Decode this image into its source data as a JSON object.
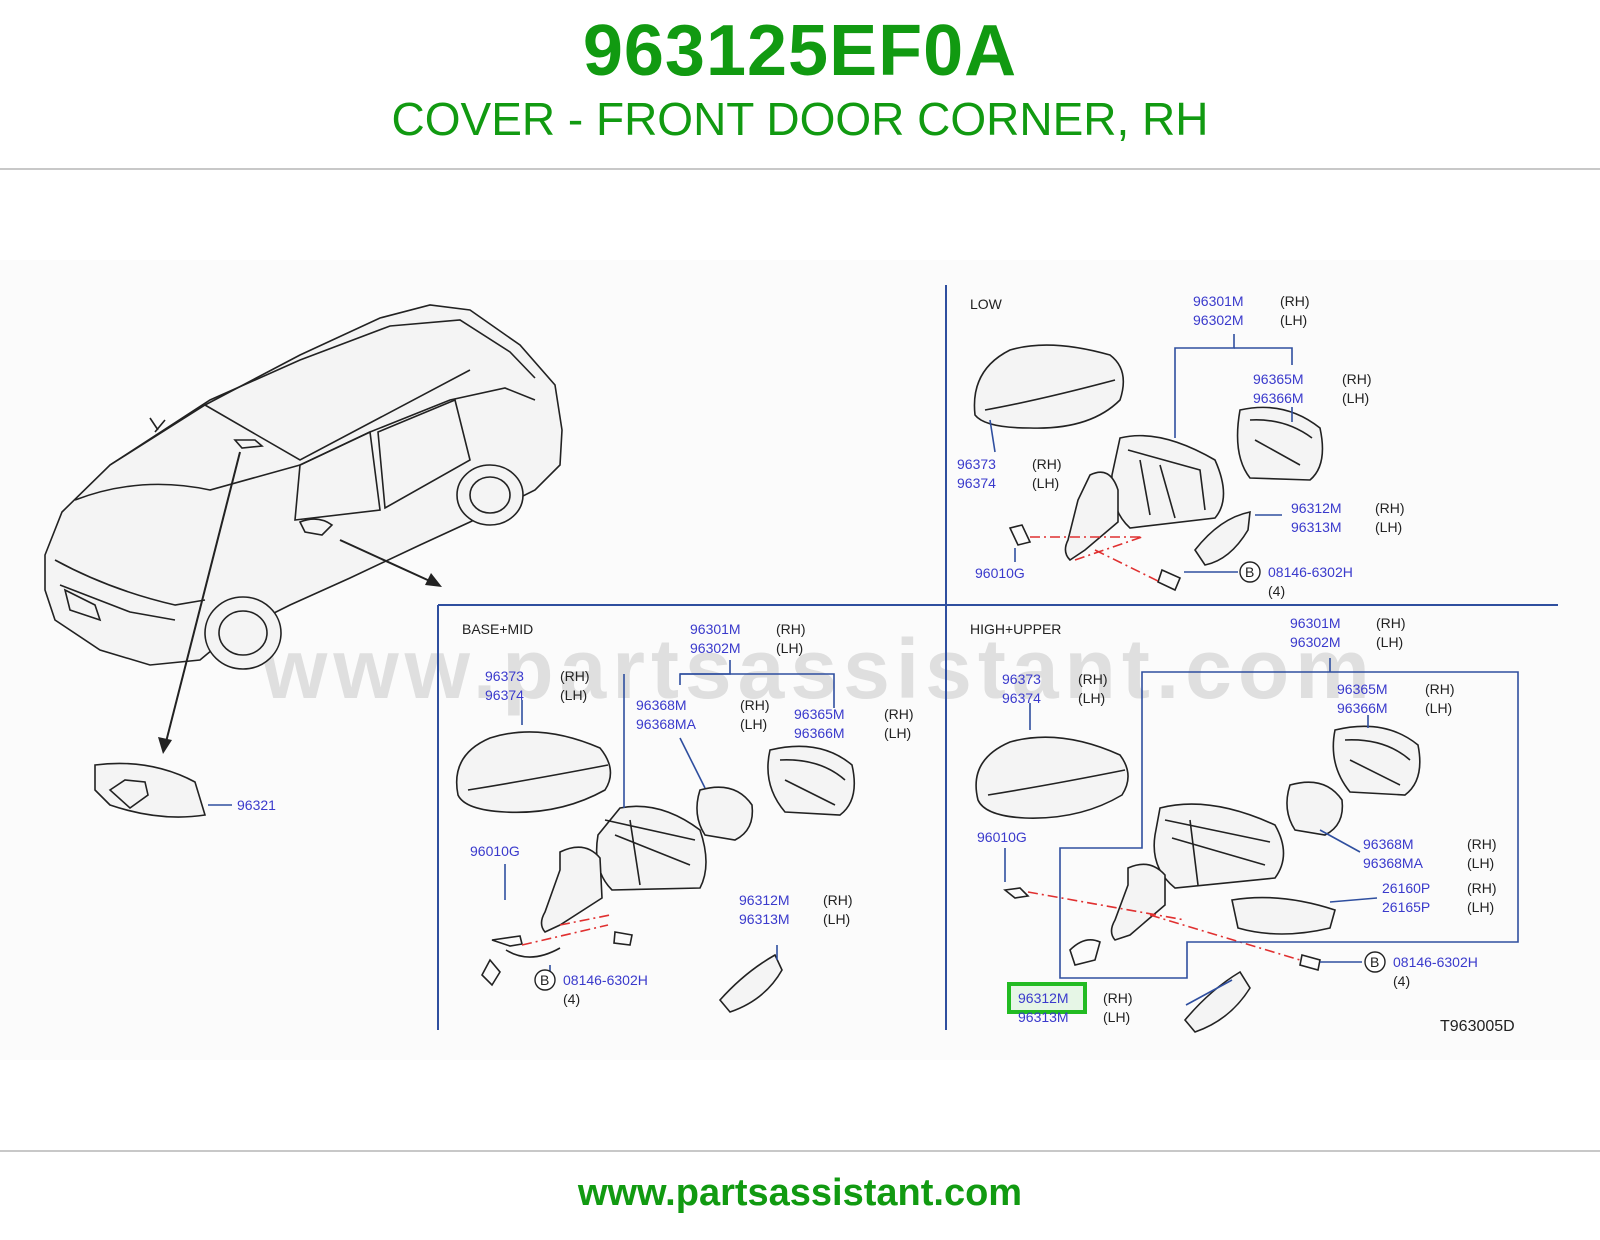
{
  "header": {
    "part_number": "963125EF0A",
    "description": "COVER - FRONT DOOR CORNER, RH"
  },
  "footer": {
    "url": "www.partsassistant.com"
  },
  "diagram": {
    "watermark": "www.partsassistant.com",
    "code": "T963005D",
    "sections": {
      "low": "LOW",
      "base_mid": "BASE+MID",
      "high_upper": "HIGH+UPPER"
    },
    "callouts": {
      "interior_mirror": "96321",
      "low": {
        "mirror_rh": "96301M",
        "mirror_lh": "96302M",
        "rh": "(RH)",
        "lh": "(LH)",
        "glass_rh": "96365M",
        "glass_lh": "96366M",
        "cap_rh": "96373",
        "cap_lh": "96374",
        "cover_rh": "96312M",
        "cover_lh": "96313M",
        "bolt": "96010G",
        "screw": "08146-6302H",
        "qty": "(4)",
        "b": "B"
      },
      "base_mid": {
        "mirror_rh": "96301M",
        "mirror_lh": "96302M",
        "cap_rh": "96373",
        "cap_lh": "96374",
        "motor_rh": "96368M",
        "motor_lh": "96368MA",
        "glass_rh": "96365M",
        "glass_lh": "96366M",
        "bolt": "96010G",
        "cover_rh": "96312M",
        "cover_lh": "96313M",
        "screw": "08146-6302H",
        "qty": "(4)",
        "b": "B",
        "rh": "(RH)",
        "lh": "(LH)"
      },
      "high_upper": {
        "mirror_rh": "96301M",
        "mirror_lh": "96302M",
        "cap_rh": "96373",
        "cap_lh": "96374",
        "glass_rh": "96365M",
        "glass_lh": "96366M",
        "bolt": "96010G",
        "motor_rh": "96368M",
        "motor_lh": "96368MA",
        "lamp_rh": "26160P",
        "lamp_lh": "26165P",
        "screw": "08146-6302H",
        "qty": "(4)",
        "b": "B",
        "cover_rh": "96312M",
        "cover_lh": "96313M",
        "rh": "(RH)",
        "lh": "(LH)"
      }
    },
    "highlight": {
      "part": "96312M",
      "color": "#22bb22"
    },
    "colors": {
      "brand_green": "#119a11",
      "callout_blue": "#3a3acc",
      "leader_blue": "#2f4f9f",
      "centerline_red": "#e03030"
    }
  }
}
